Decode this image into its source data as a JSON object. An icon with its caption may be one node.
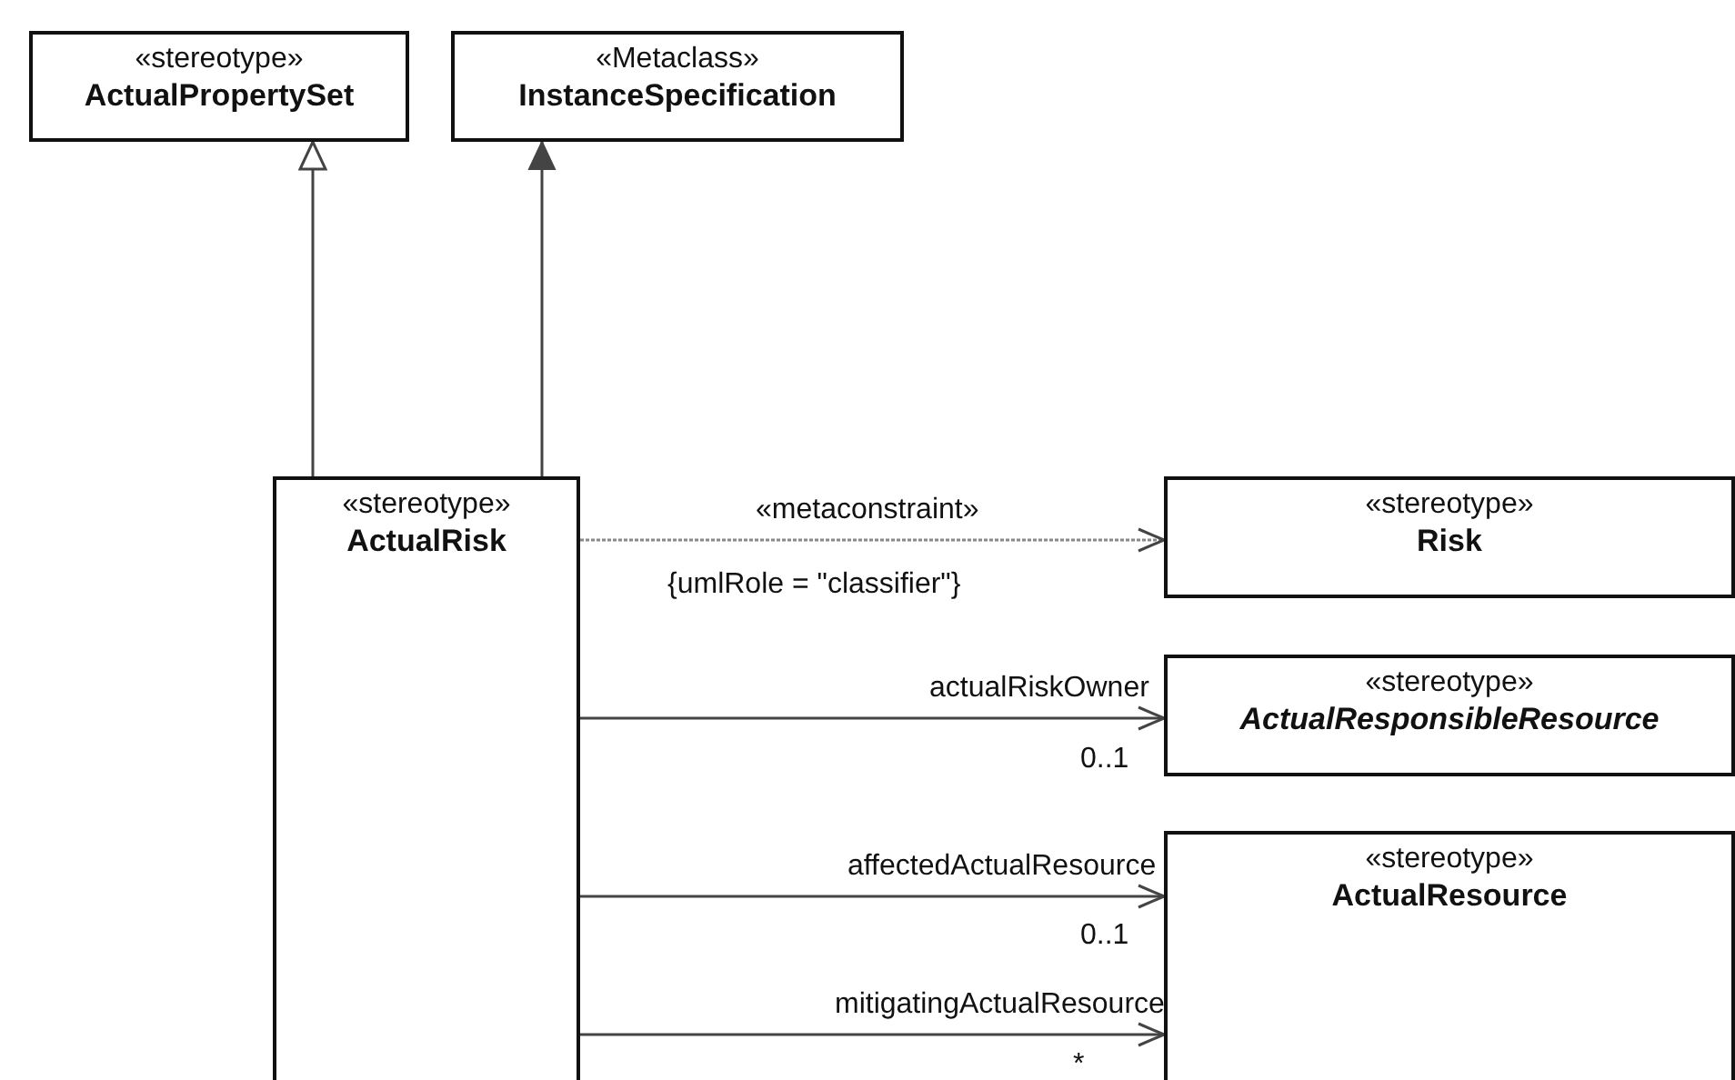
{
  "diagram": {
    "nodes": [
      {
        "text": [
          "«stereotype»",
          "ActualPropertySet"
        ]
      },
      {
        "text": [
          "«Metaclass»",
          "InstanceSpecification"
        ]
      },
      {
        "text": [
          "«stereotype»",
          "ActualRisk"
        ]
      },
      {
        "text": [
          "«stereotype»",
          "Risk"
        ]
      },
      {
        "text": [
          "«stereotype»",
          "ActualResponsibleResource"
        ]
      },
      {
        "text": [
          "«stereotype»",
          "ActualResource"
        ]
      }
    ],
    "edges": [
      {
        "from": 2,
        "to": 0,
        "arrow": "to"
      },
      {
        "from": 2,
        "to": 1,
        "arrow": "to"
      },
      {
        "from": 2,
        "to": 3,
        "arrow": "to",
        "label": "«metaconstraint»",
        "style": "dashed"
      },
      {
        "from": 2,
        "to": 4,
        "arrow": "to",
        "label": "actualRiskOwner"
      },
      {
        "from": 2,
        "to": 5,
        "arrow": "to",
        "label": "affectedActualResource"
      },
      {
        "from": 2,
        "to": 5,
        "arrow": "to",
        "label": "mitigatingActualResource"
      }
    ],
    "labels": [
      "{umlRole = \"classifier\"}",
      "0..1",
      "0..1",
      "*"
    ]
  }
}
